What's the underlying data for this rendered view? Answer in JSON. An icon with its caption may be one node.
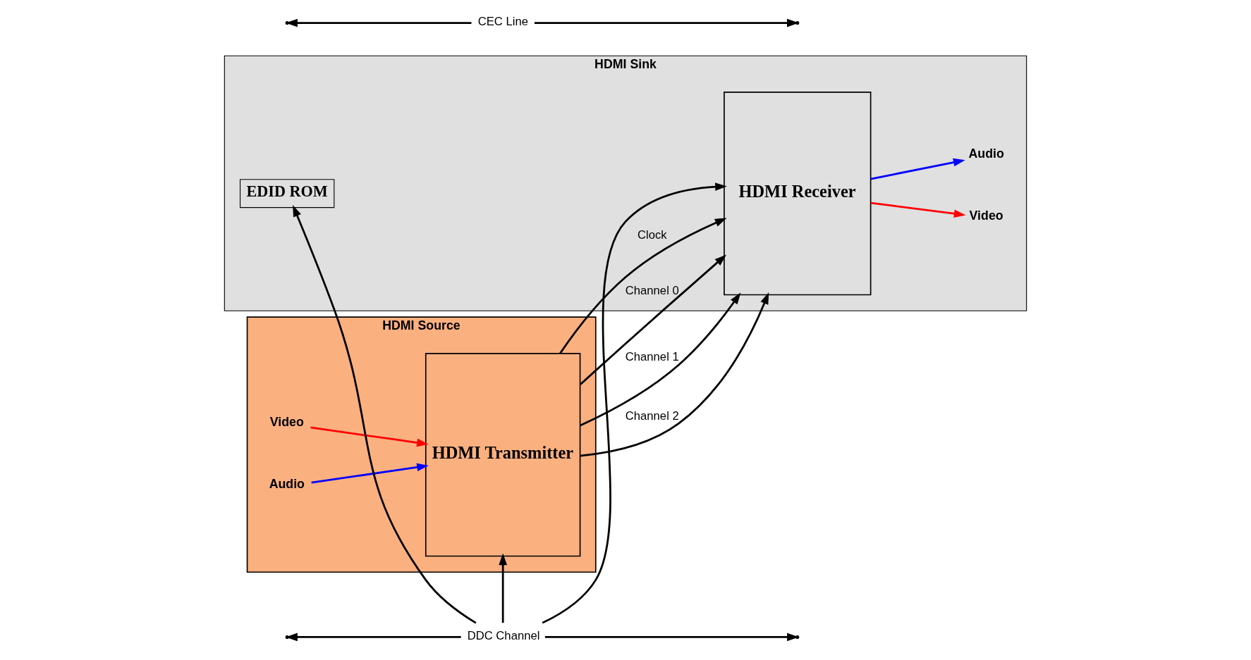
{
  "diagram": {
    "nodes": [
      {
        "text": [
          "HDMI Source"
        ]
      },
      {
        "text": [
          "HDMI Transmitter"
        ],
        "in": 0
      },
      {
        "text": [
          "Video"
        ],
        "in": 0
      },
      {
        "text": [
          "Audio"
        ],
        "in": 0
      },
      {
        "text": [
          "HDMI Sink"
        ]
      },
      {
        "text": [
          "HDMI Receiver"
        ],
        "in": 4
      },
      {
        "text": [
          "EDID ROM"
        ],
        "in": 4
      },
      {
        "text": [
          "Video"
        ],
        "in": 4
      },
      {
        "text": [
          "Audio"
        ],
        "in": 4
      },
      {
        "text": [
          "DDC Channel"
        ]
      },
      {
        "text": [
          "CEC Line"
        ]
      }
    ],
    "edges": [
      {
        "from": 2,
        "to": 1,
        "arrow": "to",
        "color": "#ff0000"
      },
      {
        "from": 3,
        "to": 1,
        "arrow": "to",
        "color": "#0000ff"
      },
      {
        "from": 1,
        "to": 5,
        "arrow": "to",
        "label": "Channel 0"
      },
      {
        "from": 1,
        "to": 5,
        "arrow": "to",
        "label": "Channel 1"
      },
      {
        "from": 1,
        "to": 5,
        "arrow": "to",
        "label": "Channel 2"
      },
      {
        "from": 1,
        "to": 5,
        "arrow": "to",
        "label": "Clock"
      },
      {
        "from": 5,
        "to": 7,
        "arrow": "to",
        "color": "#ff0000"
      },
      {
        "from": 5,
        "to": 8,
        "arrow": "to",
        "color": "#0000ff"
      },
      {
        "from": 9,
        "to": 1,
        "arrow": "to"
      },
      {
        "from": 9,
        "to": 5,
        "arrow": "to"
      },
      {
        "from": 9,
        "to": 6,
        "arrow": "to"
      },
      {
        "from": 9,
        "to": null,
        "arrow": "to"
      },
      {
        "from": 9,
        "to": null,
        "arrow": "to"
      },
      {
        "from": 10,
        "to": null,
        "arrow": "to"
      },
      {
        "from": 10,
        "to": null,
        "arrow": "to"
      }
    ]
  }
}
